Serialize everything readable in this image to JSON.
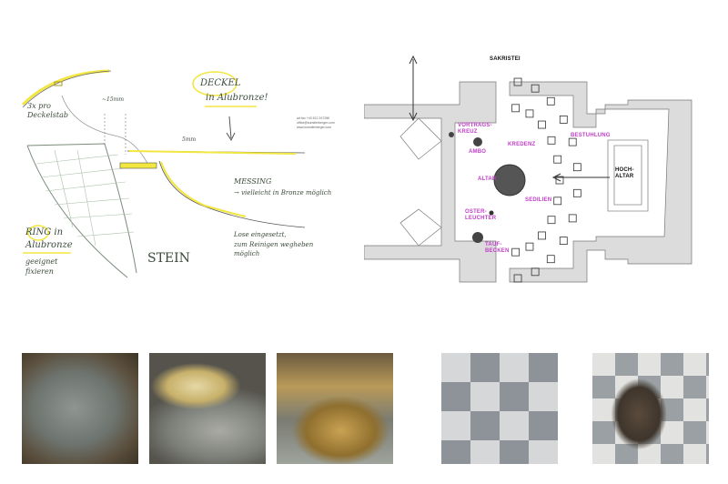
{
  "sketch": {
    "contact_lines": [
      "art.fax +43 512 297286",
      "office@kunstlerberger.com",
      "www.kunstlerberger.com"
    ],
    "notes": {
      "deckel": "DECKEL",
      "deckel_material": "in Alubronze!",
      "deckel_stab": "3x pro Deckelstab",
      "measure_top": "~15mm",
      "measure_side": "5mm",
      "messing": "MESSING",
      "messing_note": "→ vielleicht in Bronze möglich",
      "lose": "Lose eingesetzt,",
      "lose_note": "zum Reinigen wegheben möglich",
      "ring": "RING in",
      "ring_material": "Alubronze",
      "ring_note": "geeignet fixieren",
      "stein": "STEIN"
    },
    "colors": {
      "highlight": "#f2e640",
      "pencil": "#7a8a7a"
    }
  },
  "floor_plan": {
    "labels": {
      "sakristei": "SAKRISTEI",
      "vortragskreuz": "VORTRAGS-\nKREUZ",
      "ambo": "AMBO",
      "kredenz": "KREDENZ",
      "bestuhlung": "BESTUHLUNG",
      "hochaltar": "HOCH-\nALTAR",
      "altar": "ALTAR",
      "sedilien": "SEDILIEN",
      "osterleuchter": "OSTER-\nLEUCHTER",
      "taufbecken": "TAUF-\nBECKEN"
    },
    "colors": {
      "label": "#c040c8",
      "wall": "#dcdcdc",
      "altar": "#555555"
    }
  },
  "photos": [
    {
      "subject": "stone-block"
    },
    {
      "subject": "brass-bowl-and-ring"
    },
    {
      "subject": "lid-on-basin"
    },
    {
      "subject": "marble-floor-installation"
    },
    {
      "subject": "worker-kneeling"
    }
  ]
}
